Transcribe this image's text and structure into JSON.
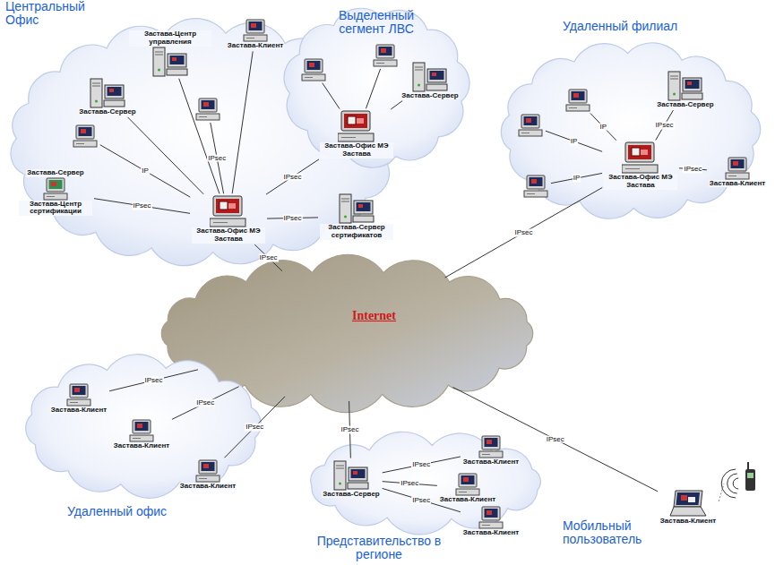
{
  "diagram": {
    "nodes": [
      {
        "text": [
          "Центральный Офис"
        ]
      },
      {
        "text": [
          "Застава-Центр управления"
        ],
        "in": 0
      },
      {
        "text": [
          "Застава-Клиент"
        ],
        "in": 0
      },
      {
        "text": [
          "Застава-Сервер"
        ],
        "in": 0
      },
      {
        "text": [
          "Застава-Сервер",
          "Застава-Центр сертификации"
        ],
        "in": 0
      },
      {
        "text": [
          "Застава-Офис МЭ Застава"
        ],
        "in": 0
      },
      {
        "text": [
          "Застава-Сервер сертификатов"
        ],
        "in": 0
      },
      {
        "text": [
          "Выделенный сегмент ЛВС"
        ]
      },
      {
        "text": [
          "Застава-Сервер"
        ],
        "in": 7
      },
      {
        "text": [
          "Застава-Офис МЭ Застава"
        ],
        "in": 7
      },
      {
        "text": [
          "Удаленный филиал"
        ]
      },
      {
        "text": [
          "Застава-Сервер"
        ],
        "in": 10
      },
      {
        "text": [
          "Застава-Офис МЭ Застава"
        ],
        "in": 10
      },
      {
        "text": [
          "Застава-Клиент"
        ],
        "in": 10
      },
      {
        "text": [
          "Internet"
        ]
      },
      {
        "text": [
          "Удаленный офис"
        ]
      },
      {
        "text": [
          "Застава-Клиент"
        ],
        "in": 15
      },
      {
        "text": [
          "Застава-Клиент"
        ],
        "in": 15
      },
      {
        "text": [
          "Застава-Клиент"
        ],
        "in": 15
      },
      {
        "text": [
          "Представительство в регионе"
        ]
      },
      {
        "text": [
          "Застава-Сервер"
        ],
        "in": 19
      },
      {
        "text": [
          "Застава-Клиент"
        ],
        "in": 19
      },
      {
        "text": [
          "Застава-Клиент"
        ],
        "in": 19
      },
      {
        "text": [
          "Застава-Клиент"
        ],
        "in": 19
      },
      {
        "text": [
          "Застава-Клиент"
        ]
      }
    ],
    "edges": [
      {
        "from": 5,
        "to": 1,
        "arrow": "none"
      },
      {
        "from": 5,
        "to": 2,
        "arrow": "none"
      },
      {
        "from": 5,
        "to": 3,
        "arrow": "none"
      },
      {
        "from": 5,
        "to": 4,
        "label": "IPsec",
        "arrow": "none"
      },
      {
        "from": 5,
        "to": 6,
        "label": "IPsec",
        "arrow": "none"
      },
      {
        "from": 5,
        "to": 9,
        "label": "IPsec",
        "arrow": "none"
      },
      {
        "from": 9,
        "to": 8,
        "arrow": "none"
      },
      {
        "from": 5,
        "to": 14,
        "label": "IPsec",
        "arrow": "none"
      },
      {
        "from": 12,
        "to": 11,
        "label": "IPsec",
        "arrow": "none"
      },
      {
        "from": 12,
        "to": 13,
        "label": "IPsec",
        "arrow": "none"
      },
      {
        "from": 12,
        "to": 14,
        "label": "IPsec",
        "arrow": "none"
      },
      {
        "from": 14,
        "to": 16,
        "label": "IPsec",
        "arrow": "none"
      },
      {
        "from": 14,
        "to": 17,
        "label": "IPsec",
        "arrow": "none"
      },
      {
        "from": 14,
        "to": 18,
        "label": "IPsec",
        "arrow": "none"
      },
      {
        "from": 14,
        "to": 20,
        "label": "IPsec",
        "arrow": "none"
      },
      {
        "from": 20,
        "to": 21,
        "label": "IPsec",
        "arrow": "none"
      },
      {
        "from": 20,
        "to": 22,
        "label": "IPsec",
        "arrow": "none"
      },
      {
        "from": 20,
        "to": 23,
        "label": "IPsec",
        "arrow": "none"
      },
      {
        "from": 14,
        "to": 24,
        "label": "IPsec",
        "arrow": "none"
      }
    ],
    "labels": [
      "IP",
      "IPsec",
      "IP",
      "IP",
      "IP",
      "Мобильный пользователь"
    ]
  }
}
